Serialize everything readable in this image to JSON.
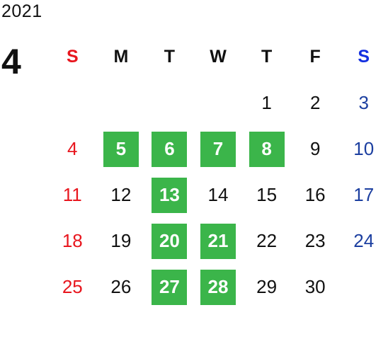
{
  "calendar": {
    "year": "2021",
    "month": "4",
    "weekdays": [
      {
        "label": "S",
        "type": "sun"
      },
      {
        "label": "M",
        "type": "weekday"
      },
      {
        "label": "T",
        "type": "weekday"
      },
      {
        "label": "W",
        "type": "weekday"
      },
      {
        "label": "T",
        "type": "weekday"
      },
      {
        "label": "F",
        "type": "weekday"
      },
      {
        "label": "S",
        "type": "sat"
      }
    ],
    "weeks": [
      [
        "",
        "",
        "",
        "",
        "1",
        "2",
        "3"
      ],
      [
        "4",
        "5",
        "6",
        "7",
        "8",
        "9",
        "10"
      ],
      [
        "11",
        "12",
        "13",
        "14",
        "15",
        "16",
        "17"
      ],
      [
        "18",
        "19",
        "20",
        "21",
        "22",
        "23",
        "24"
      ],
      [
        "25",
        "26",
        "27",
        "28",
        "29",
        "30",
        ""
      ]
    ],
    "highlighted_days": [
      "5",
      "6",
      "7",
      "8",
      "13",
      "20",
      "21",
      "27",
      "28"
    ]
  },
  "colors": {
    "highlight": "#3bb54a",
    "sunday": "#e8161e",
    "saturday": "#1c3fa0"
  }
}
